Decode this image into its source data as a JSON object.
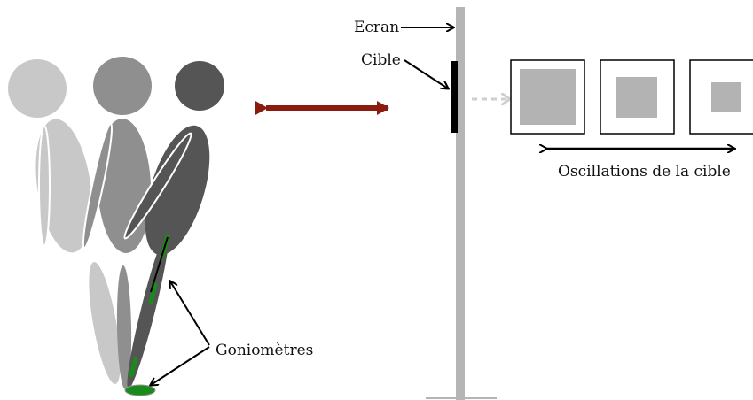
{
  "labels": {
    "screen": "Ecran",
    "target": "Cible",
    "goniometers": "Goniomètres",
    "oscillations": "Oscillations de la cible"
  },
  "figures": [
    {
      "name": "light",
      "color": "#c8c8c8"
    },
    {
      "name": "medium",
      "color": "#8f8f8f"
    },
    {
      "name": "dark",
      "color": "#555555"
    }
  ],
  "colors": {
    "goniometer": "#1a8a1a",
    "double_arrow": "#8b1a0f",
    "screen": "#b5b5b5",
    "target_bar": "#000000",
    "target_square": "#b3b3b3",
    "projection_arrow": "#cfcfcf"
  },
  "icons": [
    "double-headed-arrow-icon",
    "pointer-arrow-icon"
  ]
}
